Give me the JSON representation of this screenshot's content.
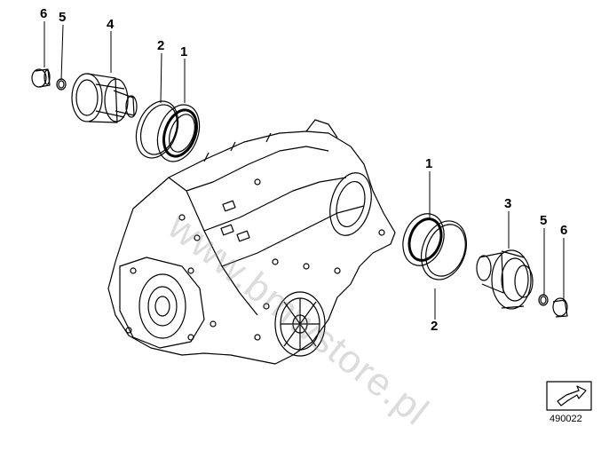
{
  "callouts": {
    "c6_left": "6",
    "c5_left": "5",
    "c4": "4",
    "c2_top": "2",
    "c1_top": "1",
    "c1_right": "1",
    "c3": "3",
    "c5_right": "5",
    "c6_right": "6",
    "c2_bottom": "2"
  },
  "watermark": "www.bmwstore.pl",
  "diagram_id": "490022",
  "colors": {
    "line": "#000000",
    "leader": "#000000",
    "watermark": "#8a8a8a",
    "background": "#ffffff"
  },
  "icons": {
    "nav_arrow": "arrow-icon"
  }
}
